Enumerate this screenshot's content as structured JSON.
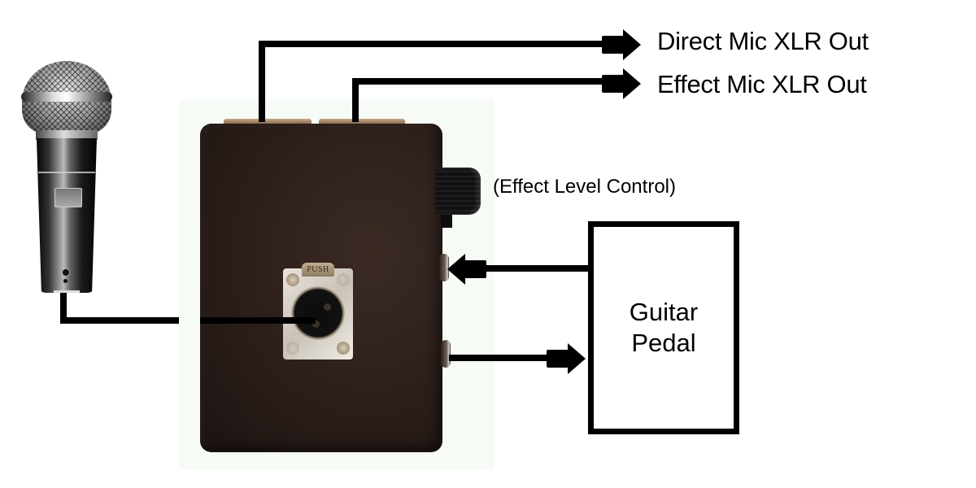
{
  "diagram": {
    "outputs": [
      {
        "label": "Direct Mic XLR Out"
      },
      {
        "label": "Effect Mic XLR Out"
      }
    ],
    "knob": {
      "label": "(Effect Level Control)"
    },
    "pedal": {
      "line1": "Guitar",
      "line2": "Pedal"
    },
    "xlr_input": {
      "tab_text": "PUSH"
    },
    "components": [
      "dynamic-microphone",
      "effect-splitter-box",
      "xlr-female-input",
      "effect-level-knob",
      "return-jack",
      "send-jack",
      "guitar-pedal"
    ],
    "connections": [
      {
        "from": "microphone",
        "to": "xlr-input"
      },
      {
        "from": "box-top-left-xlr",
        "to": "Direct Mic XLR Out"
      },
      {
        "from": "box-top-right-xlr",
        "to": "Effect Mic XLR Out"
      },
      {
        "from": "send-jack",
        "to": "guitar-pedal"
      },
      {
        "from": "guitar-pedal",
        "to": "return-jack"
      }
    ],
    "colors": {
      "wire": "#000000",
      "enclosure": "#2b1e1a",
      "photo_background": "#f6fbf6"
    }
  }
}
